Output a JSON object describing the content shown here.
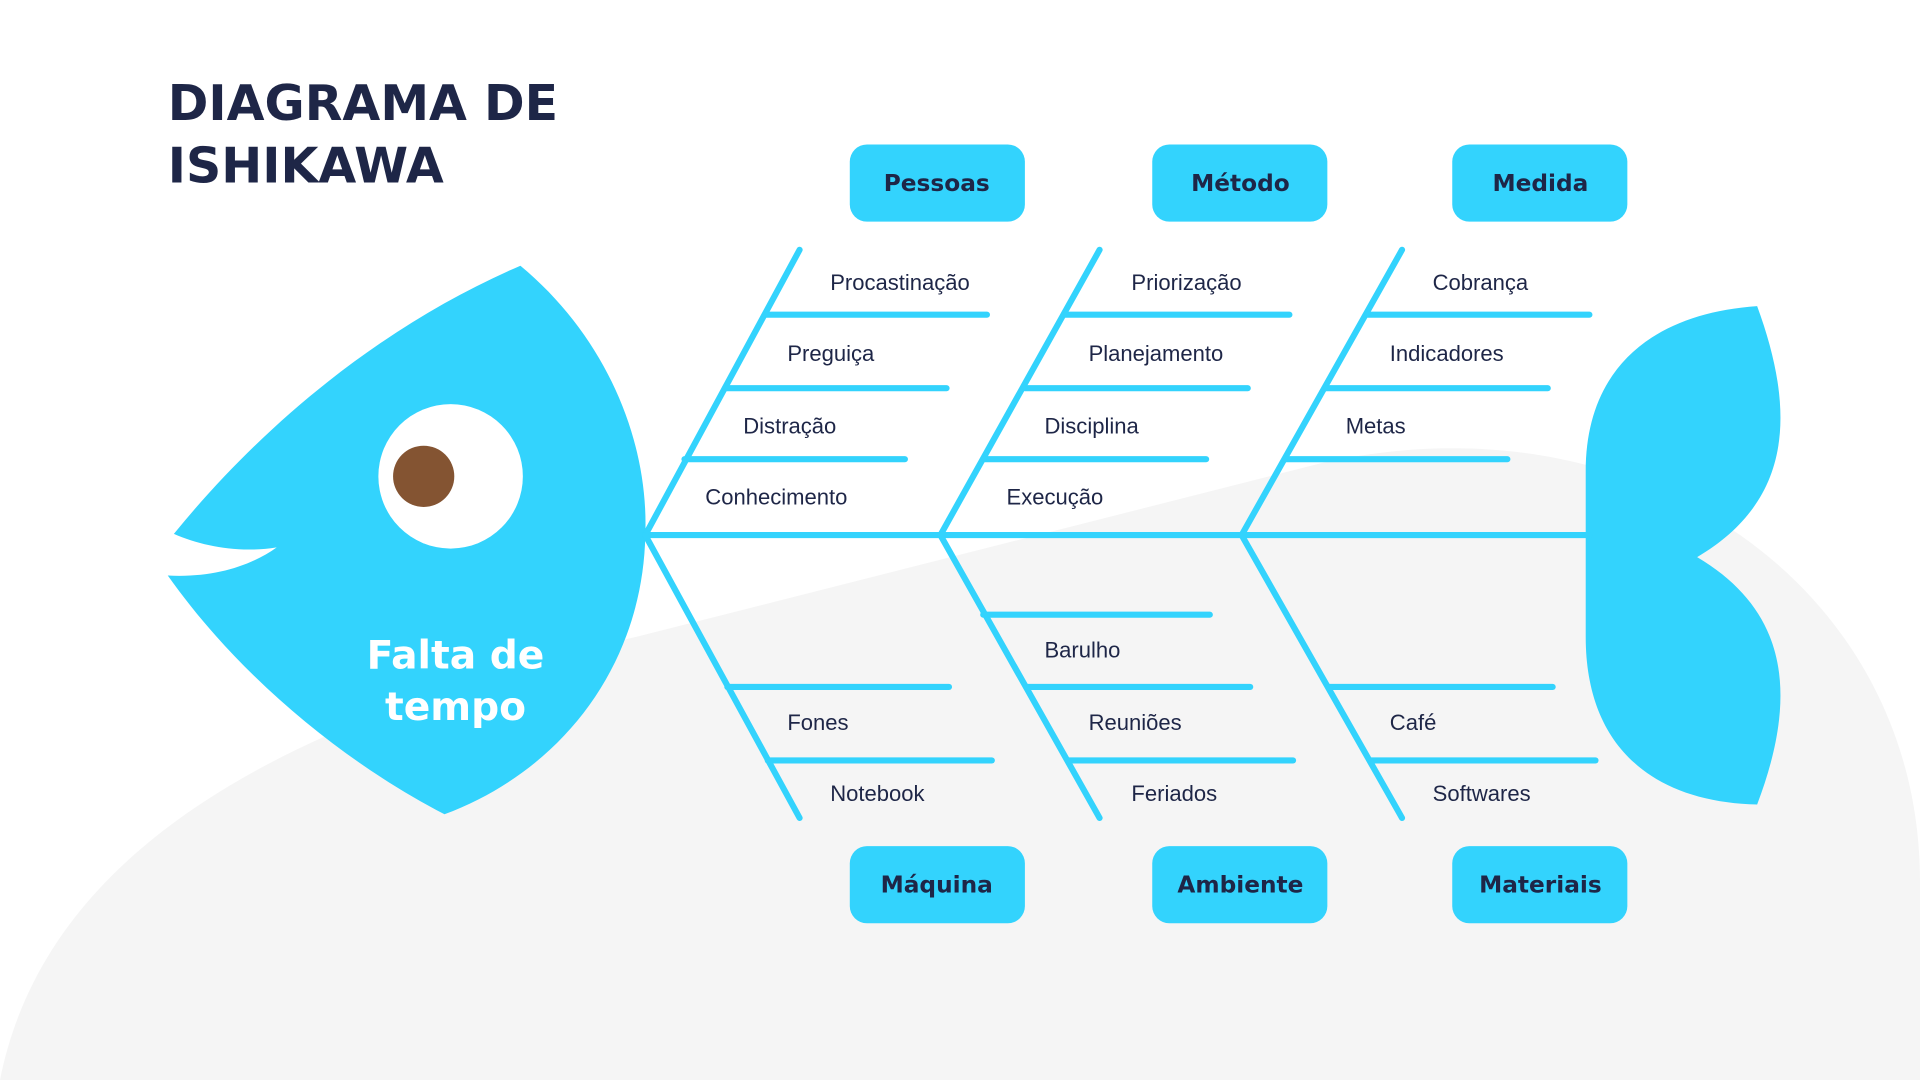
{
  "title": {
    "line1": "DIAGRAMA DE",
    "line2": "ISHIKAWA"
  },
  "effect": {
    "line1": "Falta de",
    "line2": "tempo"
  },
  "colors": {
    "accent": "#33d3fd",
    "text": "#1e2647",
    "pupil": "#845432",
    "background_blob": "#f5f5f5"
  },
  "categories": {
    "top": [
      {
        "label": "Pessoas",
        "causes": [
          "Procastinação",
          "Preguiça",
          "Distração",
          "Conhecimento"
        ]
      },
      {
        "label": "Método",
        "causes": [
          "Priorização",
          "Planejamento",
          "Disciplina",
          "Execução"
        ]
      },
      {
        "label": "Medida",
        "causes": [
          "Cobrança",
          "Indicadores",
          "Metas"
        ]
      }
    ],
    "bottom": [
      {
        "label": "Máquina",
        "causes": [
          "Fones",
          "Notebook"
        ]
      },
      {
        "label": "Ambiente",
        "causes": [
          "Barulho",
          "Reuniões",
          "Feriados"
        ]
      },
      {
        "label": "Materiais",
        "causes": [
          "Café",
          "Softwares"
        ]
      }
    ]
  }
}
